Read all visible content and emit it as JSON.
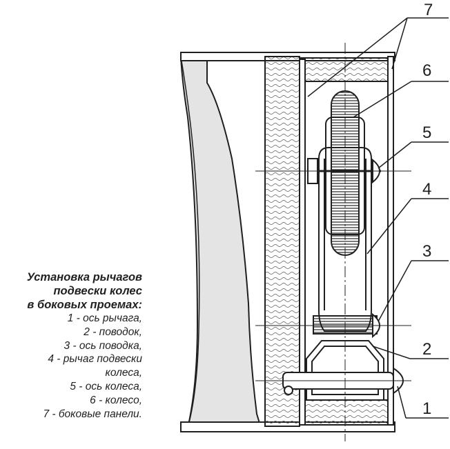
{
  "caption": {
    "title_lines": [
      "Установка рычагов",
      "подвески колес",
      "в боковых проемах:"
    ],
    "legend": [
      "1 - ось рычага,",
      "2 - поводок,",
      "3 - ось поводка,",
      "4 - рычаг подвески",
      "колеса,",
      "5 - ось колеса,",
      "6 - колесо,",
      "7 - боковые панели."
    ]
  },
  "callouts": {
    "n1": "1",
    "n2": "2",
    "n3": "3",
    "n4": "4",
    "n5": "5",
    "n6": "6",
    "n7": "7"
  },
  "colors": {
    "ink": "#1f1f1f",
    "paper": "#ffffff",
    "wood_shade": "#e4e4e4"
  }
}
